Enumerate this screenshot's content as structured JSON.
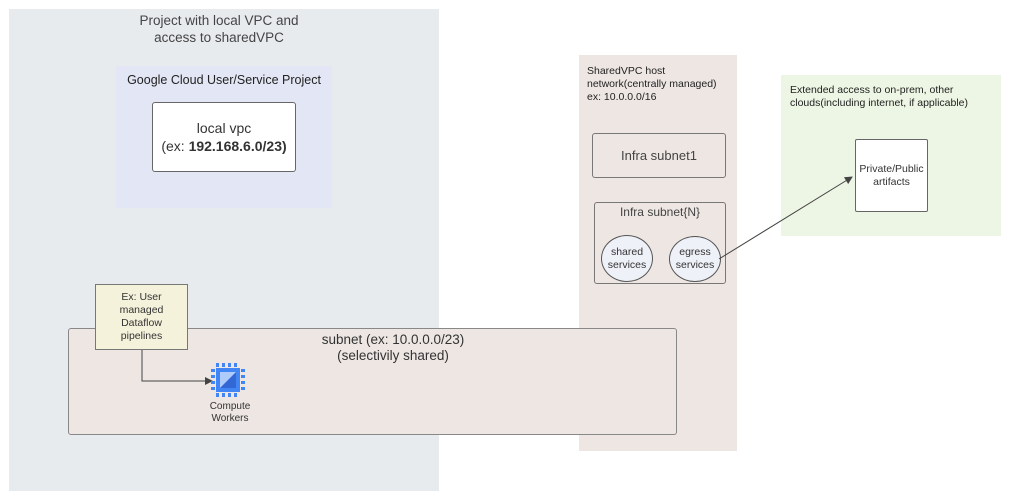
{
  "project": {
    "title_line1": "Project with local VPC and",
    "title_line2": "access to sharedVPC"
  },
  "gcp_project": {
    "title": "Google Cloud User/Service Project"
  },
  "local_vpc": {
    "line1": "local vpc",
    "line2_prefix": "(ex: ",
    "line2_value": "192.168.6.0/23)"
  },
  "shared_host": {
    "title_line1": "SharedVPC host",
    "title_line2": "network(centrally managed)",
    "title_line3": "ex: 10.0.0.0/16",
    "infra_subnet1": "Infra subnet1",
    "infra_subnetN": "Infra subnet{N}",
    "shared_services_line1": "shared",
    "shared_services_line2": "services",
    "egress_services_line1": "egress",
    "egress_services_line2": "services"
  },
  "extended": {
    "title_line1": "Extended access to on-prem, other",
    "title_line2": "clouds(including internet, if applicable)",
    "artifacts_line1": "Private/Public",
    "artifacts_line2": "artifacts"
  },
  "subnet": {
    "title_line1": "subnet (ex: 10.0.0.0/23)",
    "title_line2": "(selectivily shared)"
  },
  "dataflow": {
    "line1": "Ex: User",
    "line2": "managed",
    "line3": "Dataflow",
    "line4": "pipelines"
  },
  "compute": {
    "icon": "compute-engine-chip-icon",
    "line1": "Compute",
    "line2": "Workers"
  },
  "colors": {
    "compute_blue": "#4285f4",
    "compute_dark": "#3367d6",
    "arrow": "#444444"
  }
}
